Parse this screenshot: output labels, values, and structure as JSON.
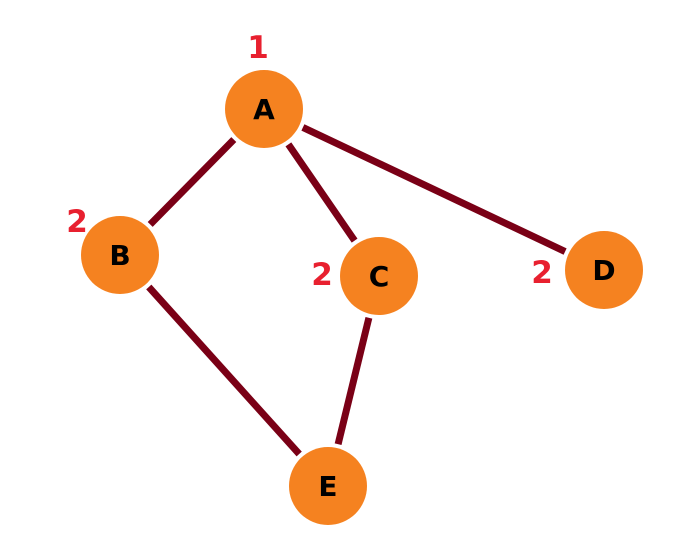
{
  "colors": {
    "node_fill": "#f58220",
    "edge": "#7a0016",
    "number": "#e8202f",
    "label": "#000000"
  },
  "nodes": [
    {
      "id": "A",
      "label": "A",
      "number": "1"
    },
    {
      "id": "B",
      "label": "B",
      "number": "2"
    },
    {
      "id": "C",
      "label": "C",
      "number": "2"
    },
    {
      "id": "D",
      "label": "D",
      "number": "2"
    },
    {
      "id": "E",
      "label": "E",
      "number": ""
    }
  ],
  "edges": [
    {
      "from": "A",
      "to": "B"
    },
    {
      "from": "A",
      "to": "C"
    },
    {
      "from": "A",
      "to": "D"
    },
    {
      "from": "B",
      "to": "E"
    },
    {
      "from": "C",
      "to": "E"
    }
  ]
}
